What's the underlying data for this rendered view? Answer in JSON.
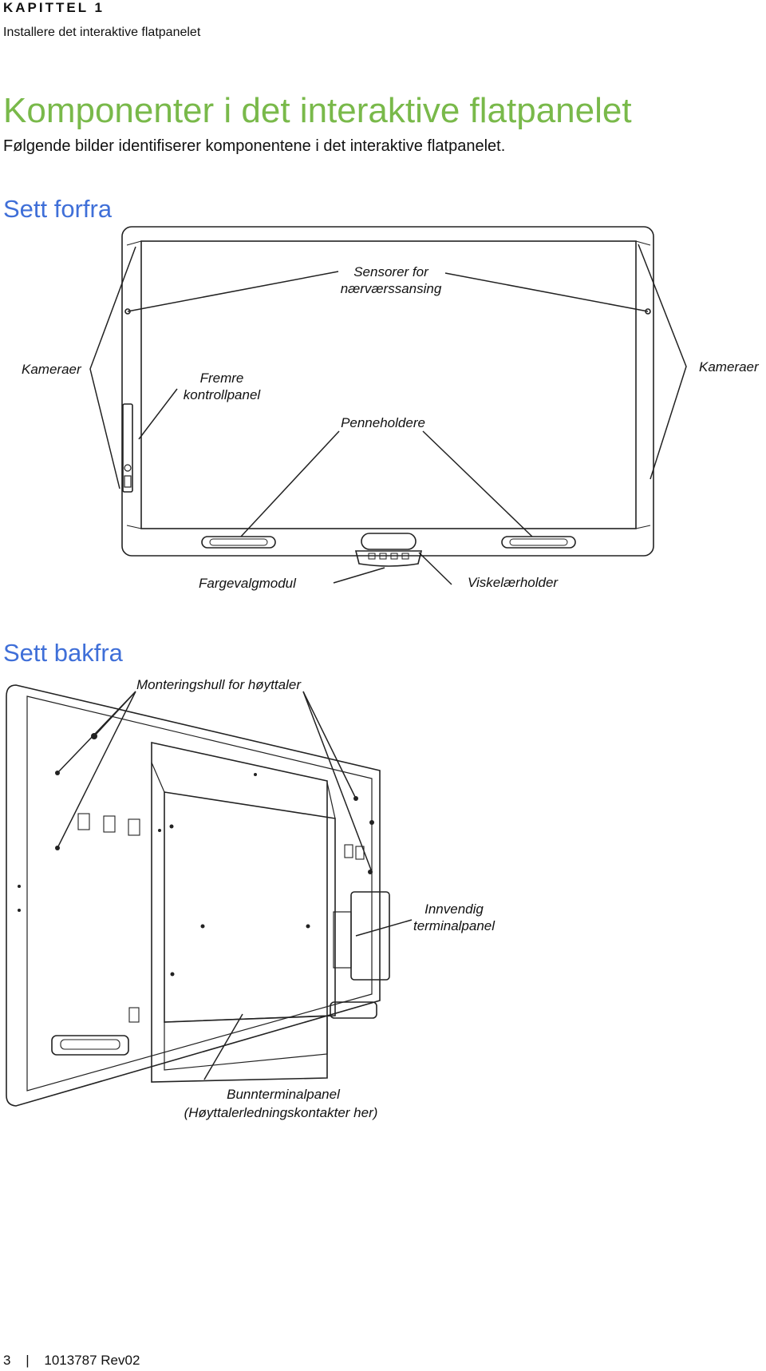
{
  "header": {
    "chapter": "KAPITTEL 1",
    "chapter_title": "Installere det interaktive flatpanelet"
  },
  "section": {
    "title": "Komponenter i det interaktive flatpanelet",
    "intro": "Følgende bilder identifiserer komponentene i det interaktive flatpanelet."
  },
  "front_view": {
    "heading": "Sett forfra",
    "labels": {
      "sensors_line1": "Sensorer for",
      "sensors_line2": "nærværssansing",
      "cameras_left": "Kameraer",
      "cameras_right": "Kameraer",
      "front_panel_line1": "Fremre",
      "front_panel_line2": "kontrollpanel",
      "pen_holders": "Penneholdere",
      "color_module": "Fargevalgmodul",
      "eraser_holder": "Viskelærholder"
    }
  },
  "back_view": {
    "heading": "Sett bakfra",
    "labels": {
      "speaker_holes": "Monteringshull for høyttaler",
      "inner_panel_line1": "Innvendig",
      "inner_panel_line2": "terminalpanel",
      "bottom_panel_line1": "Bunnterminalpanel",
      "bottom_panel_line2": "(Høyttalerledningskontakter her)"
    }
  },
  "footer": {
    "page": "3",
    "separator": "|",
    "doc_id": "1013787 Rev02"
  },
  "colors": {
    "title_green": "#79b94a",
    "heading_blue": "#3f6fd8"
  }
}
